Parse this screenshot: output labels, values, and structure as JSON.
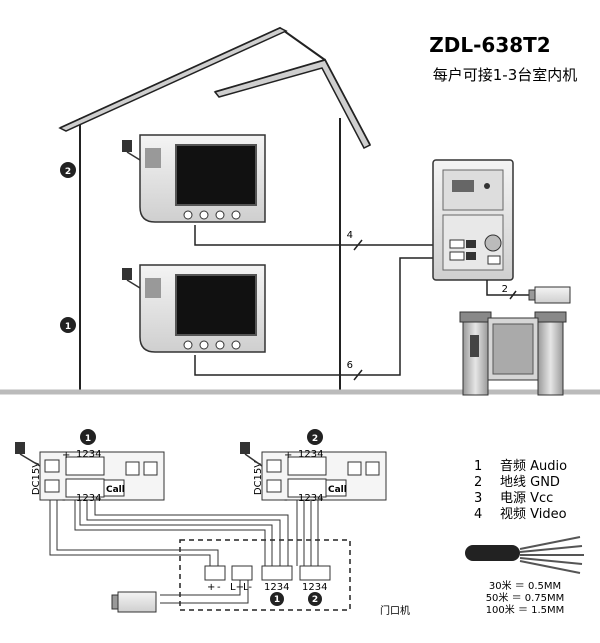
{
  "title": "ZDL-638T2",
  "subtitle": "每户可接1-3台室内机",
  "house_floor_labels": [
    "2",
    "1"
  ],
  "wire_counts": {
    "top_cable": "4",
    "bottom_cable": "6",
    "camera_cable": "2"
  },
  "indoor_units": [
    {
      "number": "1",
      "dc_label": "DC15V",
      "terminals": "1234",
      "terminals_bottom": "1234",
      "call_label": "Call",
      "plus_sign": "+",
      "minus_sign": "-"
    },
    {
      "number": "2",
      "dc_label": "DC15V",
      "terminals": "1234",
      "terminals_bottom": "1234",
      "call_label": "Call",
      "plus_sign": "+",
      "minus_sign": "-"
    }
  ],
  "door_unit": {
    "label": "门口机",
    "terminal_groups": [
      {
        "number": "1",
        "pins": "1234"
      },
      {
        "number": "2",
        "pins": "1234"
      }
    ],
    "power_labels": [
      "+",
      "-"
    ],
    "lock_labels": [
      "L+",
      "L-"
    ]
  },
  "legend": [
    {
      "num": "1",
      "text": "音频 Audio"
    },
    {
      "num": "2",
      "text": "地线 GND"
    },
    {
      "num": "3",
      "text": "电源 Vcc"
    },
    {
      "num": "4",
      "text": "视频 Video"
    }
  ],
  "cable_specs": [
    {
      "text": "30米 ＝ 0.5MM"
    },
    {
      "text": "50米 ＝ 0.75MM"
    },
    {
      "text": "100米 ＝ 1.5MM"
    }
  ]
}
